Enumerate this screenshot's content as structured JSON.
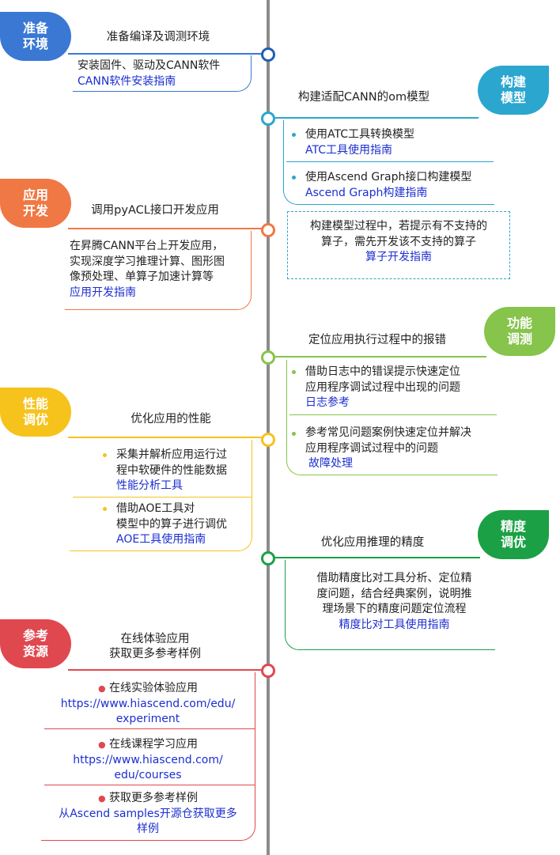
{
  "colors": {
    "blue": "#3a78d4",
    "sky": "#2aa6cf",
    "orange": "#f07844",
    "green": "#86c44b",
    "yellow": "#f6c21c",
    "darkgreen": "#1ba045",
    "red": "#e04850",
    "link": "#1b2fd0",
    "spine": "#8c8c8c"
  },
  "stages": [
    {
      "badge": "准备\n环境",
      "title": "准备编译及调测环境",
      "items": [
        {
          "text": "安装固件、驱动及CANN软件",
          "link": "CANN软件安装指南"
        }
      ]
    },
    {
      "badge": "构建\n模型",
      "title": "构建适配CANN的om模型",
      "items": [
        {
          "text": "使用ATC工具转换模型",
          "link": "ATC工具使用指南"
        },
        {
          "text": "使用Ascend Graph接口构建模型",
          "link": "Ascend Graph构建指南"
        }
      ],
      "note": {
        "lines": [
          "构建模型过程中，若提示有不支持的",
          "算子，需先开发该不支持的算子"
        ],
        "link": "算子开发指南"
      }
    },
    {
      "badge": "应用\n开发",
      "title": "调用pyACL接口开发应用",
      "items": [
        {
          "lines": [
            "在昇腾CANN平台上开发应用，",
            "实现深度学习推理计算、图形图",
            "像预处理、单算子加速计算等"
          ],
          "link": "应用开发指南"
        }
      ]
    },
    {
      "badge": "功能\n调测",
      "title": "定位应用执行过程中的报错",
      "items": [
        {
          "lines": [
            "借助日志中的错误提示快速定位",
            "应用程序调试过程中出现的问题"
          ],
          "link": "日志参考"
        },
        {
          "lines": [
            "参考常见问题案例快速定位并解决",
            "应用程序调试过程中的问题"
          ],
          "link": "故障处理"
        }
      ]
    },
    {
      "badge": "性能\n调优",
      "title": "优化应用的性能",
      "items": [
        {
          "lines": [
            "采集并解析应用运行过",
            "程中软硬件的性能数据"
          ],
          "link": "性能分析工具"
        },
        {
          "lines": [
            "借助AOE工具对",
            "模型中的算子进行调优"
          ],
          "link": "AOE工具使用指南"
        }
      ]
    },
    {
      "badge": "精度\n调优",
      "title": "优化应用推理的精度",
      "items": [
        {
          "lines": [
            "借助精度比对工具分析、定位精",
            "度问题，结合经典案例，说明推",
            "理场景下的精度问题定位流程"
          ],
          "link": "精度比对工具使用指南"
        }
      ]
    },
    {
      "badge": "参考\n资源",
      "title": "在线体验应用\n获取更多参考样例",
      "items": [
        {
          "text": "在线实验体验应用",
          "link": "https://www.hiascend.com/edu/\nexperiment"
        },
        {
          "text": "在线课程学习应用",
          "link": "https://www.hiascend.com/\nedu/courses"
        },
        {
          "text": "获取更多参考样例",
          "link": "从Ascend samples开源仓获取更多\n样例"
        }
      ]
    }
  ]
}
